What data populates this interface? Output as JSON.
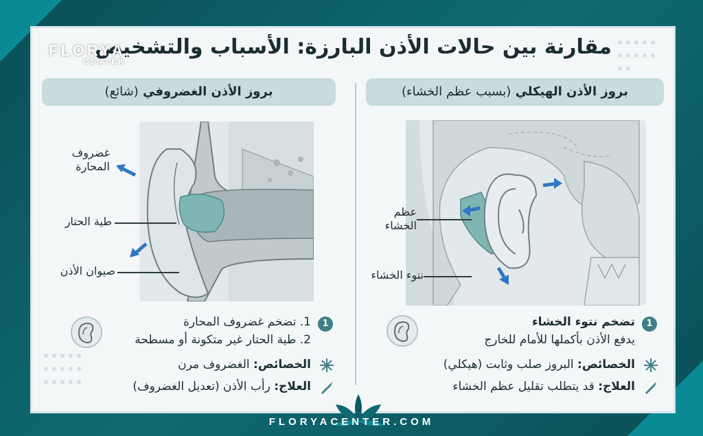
{
  "title": "مقارنة بين حالات الأذن البارزة: الأسباب والتشخيص",
  "brand": {
    "top_name": "FLORYA",
    "top_sub": "CENTER",
    "footer_url": "FLORYACENTER.COM"
  },
  "left_panel": {
    "heading": "بروز الأذن الغضروفي",
    "heading_sub": "(شائع)",
    "labels": {
      "concha_cartilage_1": "غضروف",
      "concha_cartilage_2": "المحارة",
      "antihelix_fold": "طية الحتار",
      "auricle": "صيوان الأذن"
    },
    "item1": "1. تضخم غضروف المحارة",
    "item2": "2. طية الحتار غير متكونة أو مسطحة",
    "features_label": "الخصائص:",
    "features_text": "الغضروف مرن",
    "treatment_label": "العلاج:",
    "treatment_text": "رأب الأذن (تعديل الغضروف)"
  },
  "right_panel": {
    "heading": "بروز الأذن الهيكلي",
    "heading_sub": "(بسبب عظم الخشاء)",
    "labels": {
      "mastoid_bone_1": "عظم",
      "mastoid_bone_2": "الخشاء",
      "mastoid_process": "نتوء الخشاء"
    },
    "item1_title": "تضخم نتوء الخشاء",
    "item1_desc": "يدفع الأذن بأكملها للأمام للخارج",
    "features_label": "الخصائص:",
    "features_text": "البروز صلب وثابت (هيكلي)",
    "treatment_label": "العلاج:",
    "treatment_text": "قد يتطلب تقليل عظم الخشاء"
  },
  "badges": {
    "one": "1"
  },
  "colors": {
    "teal_frame": "#0d5a63",
    "pill": "#c8dbdd",
    "highlight": "#7fb5b3",
    "arrow": "#2f78c4"
  },
  "icons": [
    "ear-icon",
    "snowflake-icon",
    "scalpel-icon",
    "florya-leaf-logo"
  ]
}
